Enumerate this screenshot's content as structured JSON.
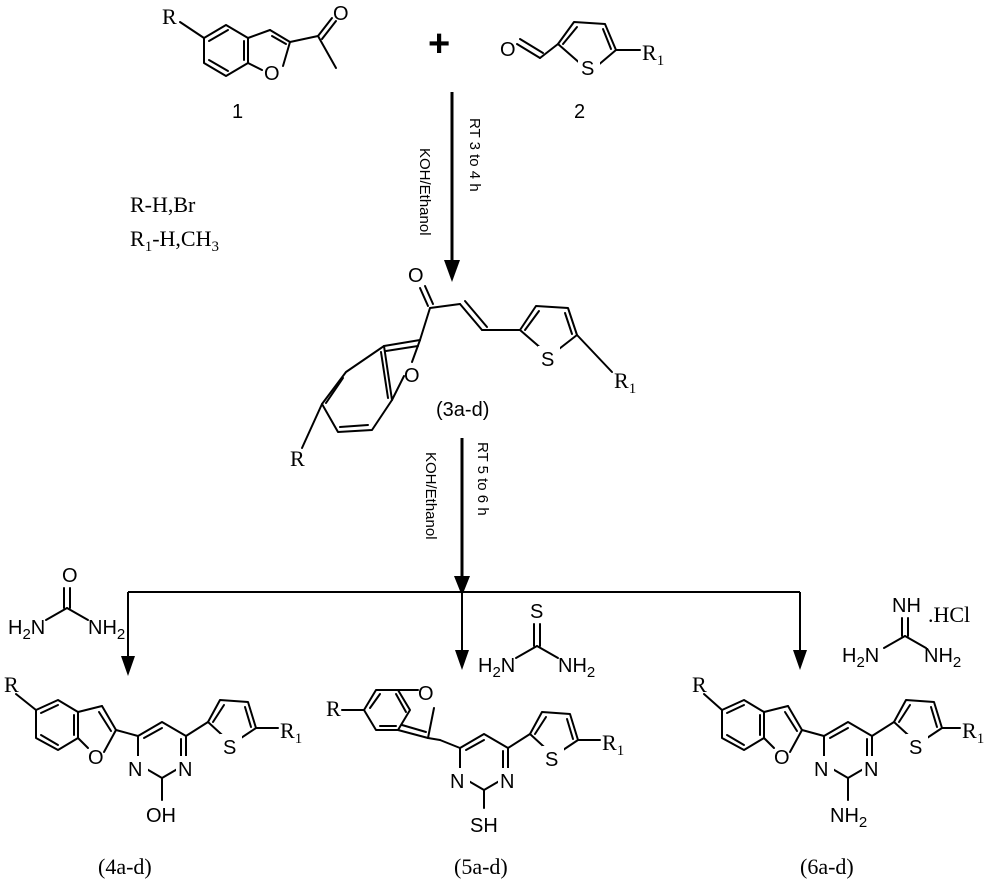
{
  "reactants": {
    "compound1_number": "1",
    "compound2_number": "2",
    "plus_sign": "+",
    "r_substituent": "R",
    "r1_substituent": "R",
    "r1_subscript": "1"
  },
  "legend": {
    "r_line": "R-H,Br",
    "r1_prefix": "R",
    "r1_sub": "1",
    "r1_rest": "-H,CH",
    "r1_sub3": "3"
  },
  "step1": {
    "reagent": "KOH/Ethanol",
    "condition": "RT 3 to 4 h"
  },
  "intermediate": {
    "label": "(3a-d)"
  },
  "step2": {
    "reagent": "KOH/Ethanol",
    "condition": "RT 5 to 6 h"
  },
  "reagents": {
    "urea": "urea",
    "thiourea": "thiourea",
    "guanidine_salt": ".HCl"
  },
  "products": {
    "p4_label": "(4a-d)",
    "p5_label": "(5a-d)",
    "p6_label": "(6a-d)",
    "p4_sub": "OH",
    "p5_sub": "SH",
    "p6_sub": "NH"
  }
}
